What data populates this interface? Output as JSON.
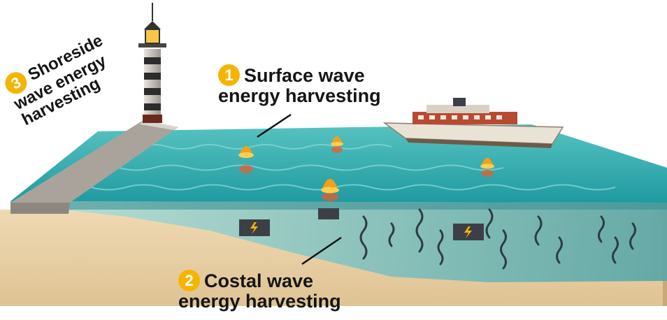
{
  "labels": {
    "surface": {
      "number": "1",
      "line1": "Surface wave",
      "line2": "energy harvesting"
    },
    "coastal": {
      "number": "2",
      "line1": "Costal wave",
      "line2": "energy harvesting"
    },
    "shoreside": {
      "number": "3",
      "line1": "Shoreside",
      "line2": "wave energy",
      "line3": "harvesting"
    }
  },
  "colors": {
    "badge": "#f4b500",
    "water_surface": "#3fb6b8",
    "water_body": "#7fc6c2",
    "sand": "#e3c99f",
    "buoy": "#f2a01c",
    "ship_hull": "#e9e3d6",
    "ship_cabin": "#b94a32"
  }
}
